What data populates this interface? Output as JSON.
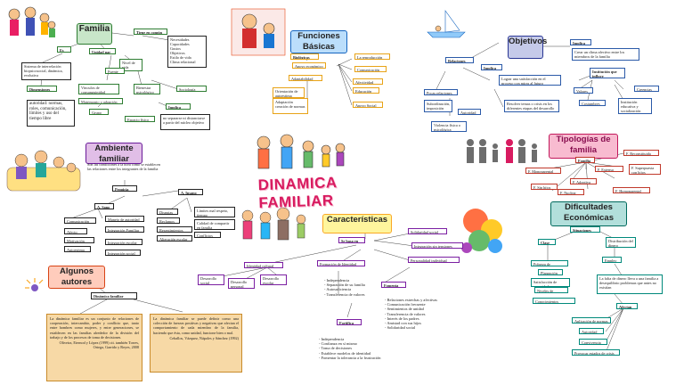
{
  "central": {
    "title": "DINAMICA FAMILIAR"
  },
  "familia": {
    "title": "Familia",
    "unidad": "Unidad par",
    "es": "Es",
    "sistema": "Sistema de interrelación biopsicosocial, dinámica, evolutiva",
    "dimensiones": "Dimensiones",
    "autoridad": "autoridad: normas, roles, comunicación, límites y uso del tiempo libre",
    "vinculos": "Vínculos de consanguinidad",
    "matrimonio": "Matrimonio o adopción",
    "grupo": "Grupo",
    "espacio": "Espacio físico",
    "tiene": "Tiene en común",
    "necesidades": [
      "Necesidades",
      "Capacidades",
      "Gustos",
      "Objetivos",
      "Estilo de vida",
      "Clima relacional"
    ],
    "nivel": "Nivel de vida",
    "fuente": "Fuente de vida",
    "bienestar": "Bienestar psicológico",
    "sociologia": "Sociología",
    "implica": "Implica",
    "separarse": "no separarse ni distanciarse a partir del núcleo objetivo"
  },
  "funciones": {
    "title": "Funciones Básicas",
    "biologicas": "Biológicas",
    "apoyo": "Apoyo económico",
    "adaptabilidad": "Adaptabilidad",
    "orientacion": "Orientación de autoestima",
    "adaptacion": "Adaptación creación de normas",
    "reproduccion": "La reproducción",
    "comunicacion": "Comunicación",
    "afectividad": "Afectividad",
    "educacion": "Educación",
    "apoyo_social": "Apoyo Social"
  },
  "objetivos": {
    "title": "Objetivos",
    "relaciones": "Relaciones",
    "implica": "Implica",
    "texto1": "Crear un clima afectivo entre los miembros de la familia",
    "lograr": "Lograr una satisfacción en el proceso con miras al futuro",
    "implica2": "Implica",
    "resolver": "Resolver temas o crisis en los diferentes etapas del desarrollo",
    "pocas": "Pocas relaciones",
    "subordinacion": "Subordinación, imposición",
    "autoridad": "Autoridad",
    "violencia": "Violencia física o psicológica",
    "institucion": "Institución que influye",
    "valores": "Valores",
    "creencias": "Creencias",
    "costumbres": "Costumbres",
    "educativas": "Institución educativa y socialización"
  },
  "ambiente": {
    "title": "Ambiente familiar",
    "desc": "Son las condiciones a la hora como se establecen las relaciones entre los integrantes de la familia",
    "propicia": "Propicia",
    "sano": "A. Sano",
    "insano": "A. Insano",
    "left": [
      "Comunicación",
      "Afecto",
      "Motivación",
      "Autoestima"
    ],
    "mid": [
      "Manejo de autoridad",
      "Integración Familiar",
      "Integración escolar",
      "Integración social"
    ],
    "right": [
      "Disputas",
      "Reclamos",
      "Resentimientos",
      "Alteración escolar"
    ],
    "far": [
      "Límites mal respeto, tiempo",
      "Calidad de compartir en familia",
      "Conflictos"
    ]
  },
  "tipologias": {
    "title": "Tipologías de familia",
    "familia": "Familia",
    "items": [
      "F. Reconstituida",
      "F. Monoparental",
      "F. Nuclear",
      "F. Extensa",
      "F. Adoptiva",
      "F. Sin hijos",
      "F. Homoparental",
      "F. Superpuesta con hijos"
    ]
  },
  "caracteristicas": {
    "title": "Características",
    "subtitle": "Se basa en",
    "identidad": "Identidad cultural",
    "formacion": "Formación de Identidad",
    "solidaridad": "Solidaridad social",
    "integracion": "Integración sin tensiones",
    "personalidad": "Personalidad individual",
    "desarrollo": "Desarrollo social",
    "desarrollo_p": "Desarrollo personal",
    "desarrollo_e": "Desarrollo escolar",
    "fomenta": "Fomenta",
    "bullets1": [
      "Independencia",
      "Separación de su familia",
      "Autosuficiencia",
      "Transferencia de valores"
    ],
    "bullets2": [
      "Relaciones estrechas y afectivas",
      "Comunicación frecuente",
      "Sentimientos de unidad",
      "Transferencia de valores",
      "Interés de los padres",
      "Amistad con sus hijos",
      "Solidaridad social"
    ],
    "fortifica": "Fortifica",
    "bullets3": [
      "Independencia",
      "Confianza en sí mismo",
      "Toma de decisiones",
      "Establece modelos de identidad",
      "Fomentar la tolerancia a la frustración"
    ]
  },
  "dificultades": {
    "title": "Dificultades Económicas",
    "situaciones": "Situaciones",
    "clase": "Clase",
    "items": [
      "Pobreza de economía",
      "Planeación",
      "Satisfacción de necesidades",
      "Niveles de demanda",
      "Conocimientos financieros"
    ],
    "distribucion": "Distribución del dinero",
    "empleo": "Empleo",
    "falta": "La falta de dinero lleva a una familia a desequilibrio problemas que antes no existían",
    "afectan": "Afectan",
    "aplicacion": "Aplicación de normas",
    "autoridad": "Autoridad",
    "convivencia": "Convivencia",
    "estados": "Provocar estados de crisis"
  },
  "autores": {
    "title": "Algunos autores",
    "dinamica": "Dinámica familiar",
    "quote1": "La dinámica familiar es un conjunto de relaciones de cooperación, intercambio, poder y conflicto que, tanto entre hombres como mujeres, y entre generaciones, se establecen en las familias alrededor de la división del trabajo y de los procesos de toma de decisiones.",
    "cite1": "Oliveira, Eternod y López (1999) cit. también Torres, Ortega, Garrido y Reyes, 2008",
    "quote2": "La dinámica familiar se puede definir como una colección de fuerzas positivas y negativas que afectan el comportamiento de cada miembro de la familia, haciendo que ésta, como unidad, funcione bien o mal.",
    "cite2": "Ceballos, Vázquez, Nápoles y Sánchez (1992)"
  }
}
